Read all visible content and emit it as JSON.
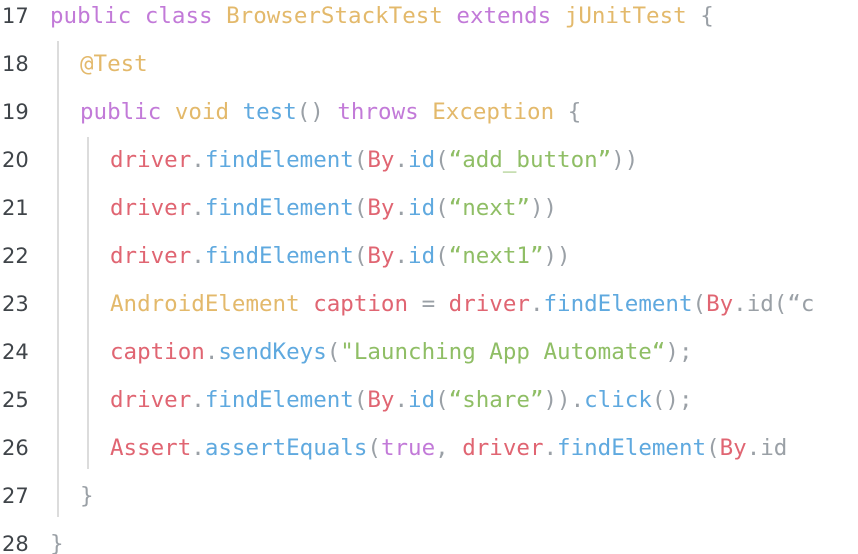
{
  "code": {
    "lines": [
      {
        "number": "17",
        "indent": 0,
        "tokens": [
          {
            "text": "public ",
            "kind": "kw"
          },
          {
            "text": "class ",
            "kind": "kw"
          },
          {
            "text": "BrowserStackTest ",
            "kind": "ty"
          },
          {
            "text": "extends ",
            "kind": "kw"
          },
          {
            "text": "jUnitTest ",
            "kind": "ty"
          },
          {
            "text": "{",
            "kind": "pu"
          }
        ]
      },
      {
        "number": "18",
        "indent": 1,
        "tokens": [
          {
            "text": "@Test",
            "kind": "an"
          }
        ]
      },
      {
        "number": "19",
        "indent": 1,
        "tokens": [
          {
            "text": "public ",
            "kind": "kw"
          },
          {
            "text": "void ",
            "kind": "ty"
          },
          {
            "text": "test",
            "kind": "fn"
          },
          {
            "text": "() ",
            "kind": "pu"
          },
          {
            "text": "throws ",
            "kind": "kw"
          },
          {
            "text": "Exception ",
            "kind": "ty"
          },
          {
            "text": "{",
            "kind": "pu"
          }
        ]
      },
      {
        "number": "20",
        "indent": 2,
        "tokens": [
          {
            "text": "driver",
            "kind": "vr"
          },
          {
            "text": ".",
            "kind": "pu"
          },
          {
            "text": "findElement",
            "kind": "fn"
          },
          {
            "text": "(",
            "kind": "pu"
          },
          {
            "text": "By",
            "kind": "vr"
          },
          {
            "text": ".",
            "kind": "pu"
          },
          {
            "text": "id",
            "kind": "fn"
          },
          {
            "text": "(",
            "kind": "pu"
          },
          {
            "text": "“add_button”",
            "kind": "st"
          },
          {
            "text": "))",
            "kind": "pu"
          }
        ]
      },
      {
        "number": "21",
        "indent": 2,
        "tokens": [
          {
            "text": "driver",
            "kind": "vr"
          },
          {
            "text": ".",
            "kind": "pu"
          },
          {
            "text": "findElement",
            "kind": "fn"
          },
          {
            "text": "(",
            "kind": "pu"
          },
          {
            "text": "By",
            "kind": "vr"
          },
          {
            "text": ".",
            "kind": "pu"
          },
          {
            "text": "id",
            "kind": "fn"
          },
          {
            "text": "(",
            "kind": "pu"
          },
          {
            "text": "“next”",
            "kind": "st"
          },
          {
            "text": "))",
            "kind": "pu"
          }
        ]
      },
      {
        "number": "22",
        "indent": 2,
        "tokens": [
          {
            "text": "driver",
            "kind": "vr"
          },
          {
            "text": ".",
            "kind": "pu"
          },
          {
            "text": "findElement",
            "kind": "fn"
          },
          {
            "text": "(",
            "kind": "pu"
          },
          {
            "text": "By",
            "kind": "vr"
          },
          {
            "text": ".",
            "kind": "pu"
          },
          {
            "text": "id",
            "kind": "fn"
          },
          {
            "text": "(",
            "kind": "pu"
          },
          {
            "text": "“next1”",
            "kind": "st"
          },
          {
            "text": "))",
            "kind": "pu"
          }
        ]
      },
      {
        "number": "23",
        "indent": 2,
        "tokens": [
          {
            "text": "AndroidElement ",
            "kind": "ty"
          },
          {
            "text": "caption ",
            "kind": "vr"
          },
          {
            "text": "= ",
            "kind": "pu"
          },
          {
            "text": "driver",
            "kind": "vr"
          },
          {
            "text": ".",
            "kind": "pu"
          },
          {
            "text": "findElement",
            "kind": "fn"
          },
          {
            "text": "(",
            "kind": "pu"
          },
          {
            "text": "By",
            "kind": "vr"
          },
          {
            "text": ".",
            "kind": "pu"
          },
          {
            "text": "id",
            "kind": "pu"
          },
          {
            "text": "(“c",
            "kind": "pu"
          }
        ]
      },
      {
        "number": "24",
        "indent": 2,
        "tokens": [
          {
            "text": "caption",
            "kind": "vr"
          },
          {
            "text": ".",
            "kind": "pu"
          },
          {
            "text": "sendKeys",
            "kind": "fn"
          },
          {
            "text": "(",
            "kind": "pu"
          },
          {
            "text": "\"Launching App Automate“",
            "kind": "st"
          },
          {
            "text": ");",
            "kind": "pu"
          }
        ]
      },
      {
        "number": "25",
        "indent": 2,
        "tokens": [
          {
            "text": "driver",
            "kind": "vr"
          },
          {
            "text": ".",
            "kind": "pu"
          },
          {
            "text": "findElement",
            "kind": "fn"
          },
          {
            "text": "(",
            "kind": "pu"
          },
          {
            "text": "By",
            "kind": "vr"
          },
          {
            "text": ".",
            "kind": "pu"
          },
          {
            "text": "id",
            "kind": "fn"
          },
          {
            "text": "(",
            "kind": "pu"
          },
          {
            "text": "“share”",
            "kind": "st"
          },
          {
            "text": ")).",
            "kind": "pu"
          },
          {
            "text": "click",
            "kind": "fn"
          },
          {
            "text": "();",
            "kind": "pu"
          }
        ]
      },
      {
        "number": "26",
        "indent": 2,
        "tokens": [
          {
            "text": "Assert",
            "kind": "vr"
          },
          {
            "text": ".",
            "kind": "pu"
          },
          {
            "text": "assertEquals",
            "kind": "fn"
          },
          {
            "text": "(",
            "kind": "pu"
          },
          {
            "text": "true",
            "kind": "kw"
          },
          {
            "text": ", ",
            "kind": "pu"
          },
          {
            "text": "driver",
            "kind": "vr"
          },
          {
            "text": ".",
            "kind": "pu"
          },
          {
            "text": "findElement",
            "kind": "fn"
          },
          {
            "text": "(",
            "kind": "pu"
          },
          {
            "text": "By",
            "kind": "vr"
          },
          {
            "text": ".",
            "kind": "pu"
          },
          {
            "text": "id",
            "kind": "pu"
          }
        ]
      },
      {
        "number": "27",
        "indent": 1,
        "tokens": [
          {
            "text": "}",
            "kind": "pu"
          }
        ]
      },
      {
        "number": "28",
        "indent": 0,
        "tokens": [
          {
            "text": "}",
            "kind": "pu"
          }
        ]
      }
    ]
  },
  "colors": {
    "keyword": "#c27ad8",
    "type": "#e3b96b",
    "function": "#5fa9df",
    "variable": "#e06572",
    "string": "#8fbe65",
    "punctuation": "#9aa0a6",
    "line_number": "#3f4449",
    "indent_guide": "#dcdcdc"
  }
}
